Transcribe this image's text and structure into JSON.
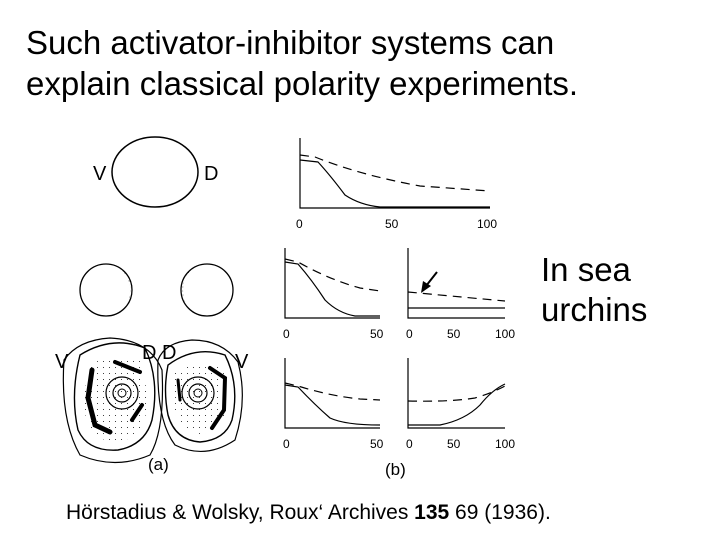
{
  "slide": {
    "title_line1": "Such activator-inhibitor systems can",
    "title_line2": "explain classical polarity experiments.",
    "note_line1": "In sea",
    "note_line2": "urchins"
  },
  "citation": {
    "authors": "Hörstadius & Wolsky, Roux‘ Archives ",
    "volume": "135",
    "rest": " 69 (1936)."
  },
  "figure_a": {
    "caption": "(a)",
    "label_v": "V",
    "label_d": "D"
  },
  "figure_b": {
    "caption": "(b)",
    "ticks": {
      "top": [
        "0",
        "50",
        "100"
      ],
      "mid_left": [
        "0",
        "50"
      ],
      "mid_right": [
        "0",
        "50",
        "100"
      ],
      "bot_left": [
        "0",
        "50"
      ],
      "bot_right": [
        "0",
        "50",
        "100"
      ]
    }
  }
}
